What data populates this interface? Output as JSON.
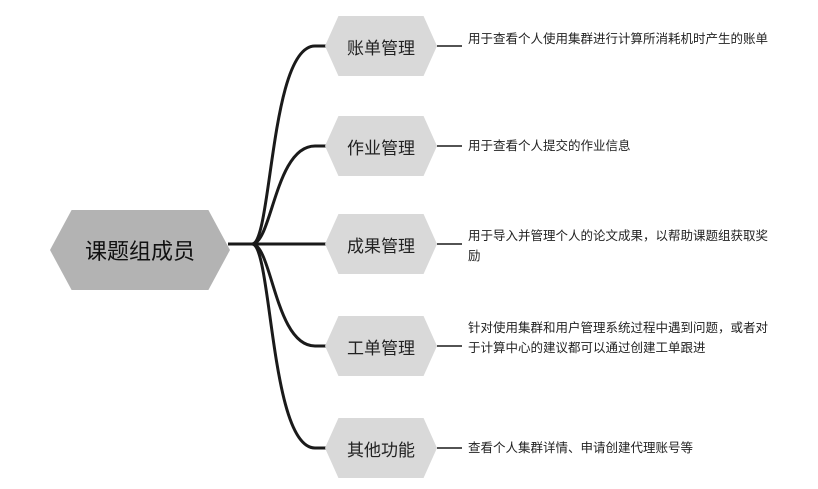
{
  "root": {
    "label": "课题组成员"
  },
  "branches": [
    {
      "label": "账单管理",
      "description": "用于查看个人使用集群进行计算所消耗机时产生的账单"
    },
    {
      "label": "作业管理",
      "description": "用于查看个人提交的作业信息"
    },
    {
      "label": "成果管理",
      "description": "用于导入并管理个人的论文成果，以帮助课题组获取奖励"
    },
    {
      "label": "工单管理",
      "description": "针对使用集群和用户管理系统过程中遇到问题，或者对于计算中心的建议都可以通过创建工单跟进"
    },
    {
      "label": "其他功能",
      "description": "查看个人集群详情、申请创建代理账号等"
    }
  ],
  "colors": {
    "root_fill": "#b3b3b3",
    "branch_fill": "#d9d9d9",
    "connector": "#1a1a1a"
  }
}
